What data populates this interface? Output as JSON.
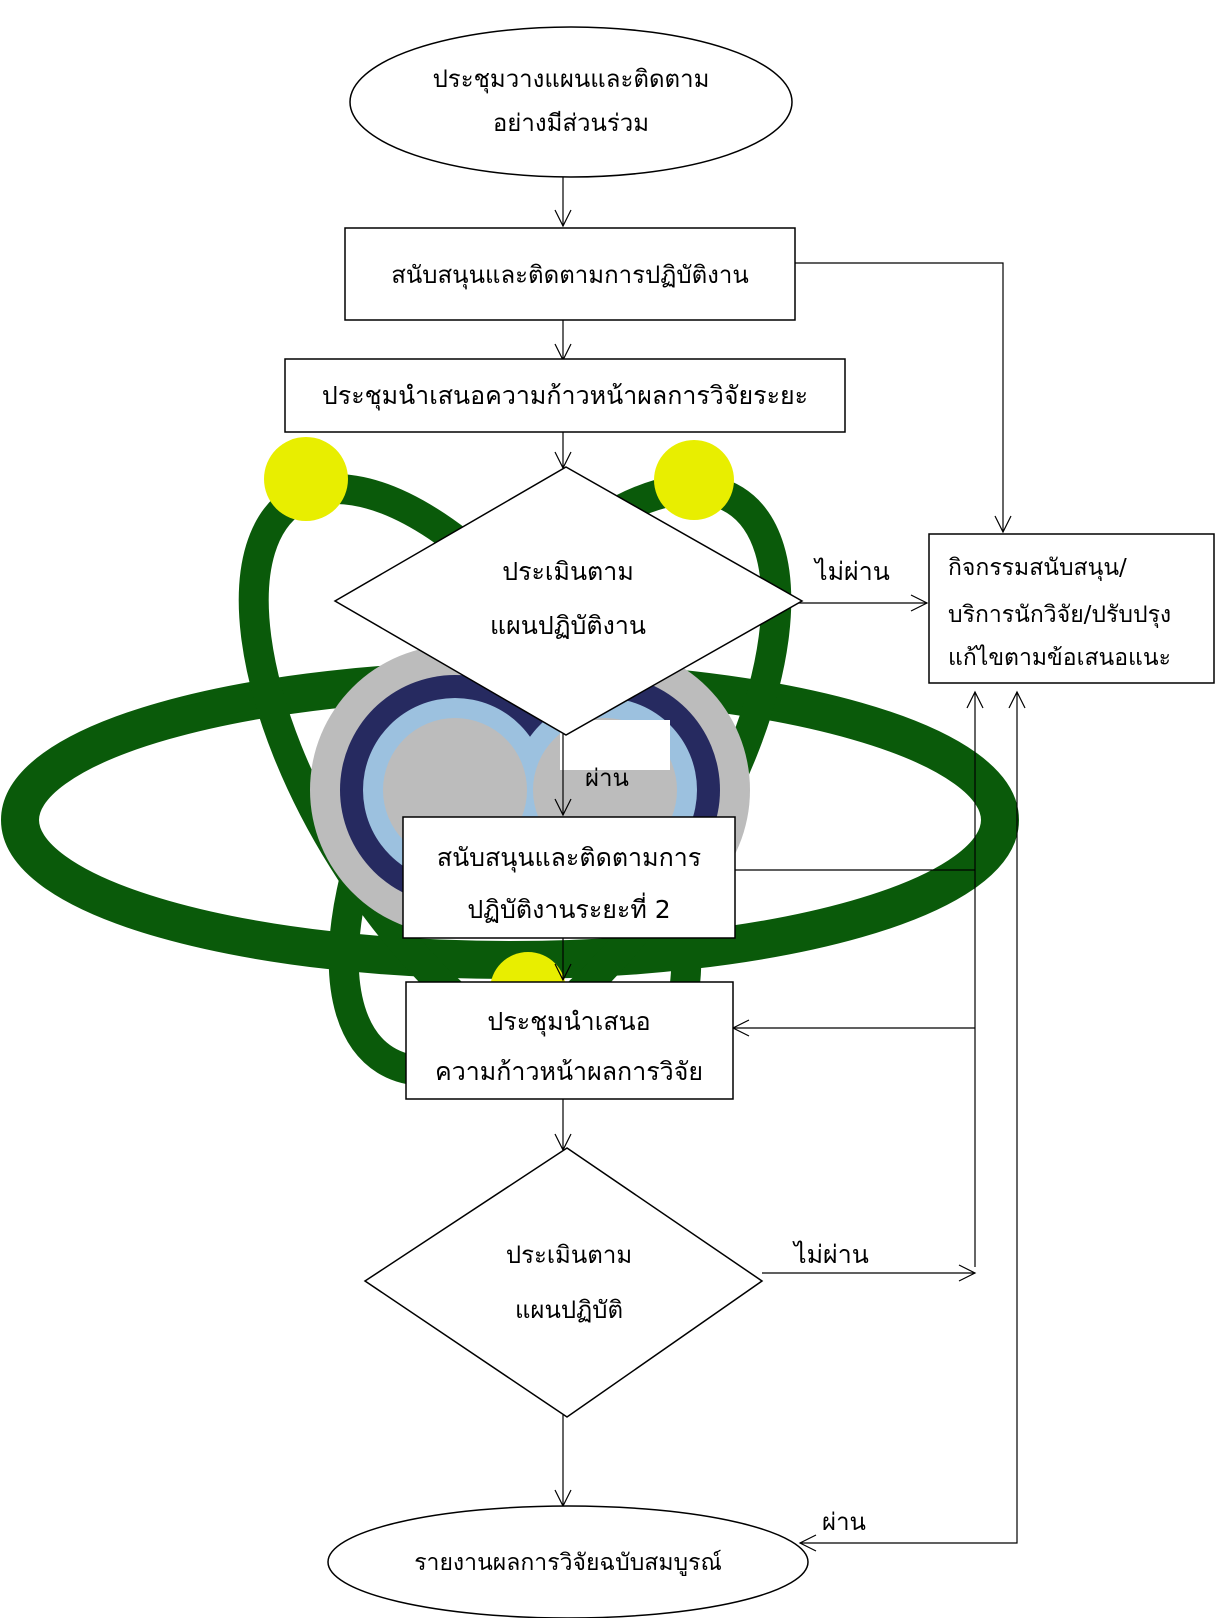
{
  "diagram": {
    "nodes": {
      "start": {
        "lines": [
          "ประชุมวางแผนและติดตาม",
          "อย่างมีส่วนร่วม"
        ]
      },
      "support1": {
        "lines": [
          "สนับสนุนและติดตามการปฏิบัติงาน"
        ]
      },
      "meeting1": {
        "lines": [
          "ประชุมนำเสนอความก้าวหน้าผลการวิจัยระยะ"
        ]
      },
      "decision1": {
        "lines": [
          "ประเมินตาม",
          "แผนปฏิบัติงาน"
        ]
      },
      "side_activity": {
        "lines": [
          "กิจกรรมสนับสนุน/",
          "บริการนักวิจัย/ปรับปรุง",
          "แก้ไขตามข้อเสนอแนะ"
        ]
      },
      "support2": {
        "lines": [
          "สนับสนุนและติดตามการ",
          "ปฏิบัติงานระยะที่ 2"
        ]
      },
      "meeting2": {
        "lines": [
          "ประชุมนำเสนอ",
          "ความก้าวหน้าผลการวิจัย"
        ]
      },
      "decision2": {
        "lines": [
          "ประเมินตาม",
          "แผนปฏิบัติ"
        ]
      },
      "end": {
        "lines": [
          "รายงานผลการวิจัยฉบับสมบูรณ์"
        ]
      }
    },
    "edge_labels": {
      "fail1": "ไม่ผ่าน",
      "pass1": "ผ่าน",
      "fail2": "ไม่ผ่าน",
      "pass2": "ผ่าน"
    },
    "colors": {
      "orbit_green": "#0a5a0a",
      "electron_yellow": "#e8ee00",
      "ring_gray": "#bcbcbc",
      "ring_navy": "#262a60",
      "ring_lightblue": "#9cc1df",
      "line": "#000000"
    }
  }
}
